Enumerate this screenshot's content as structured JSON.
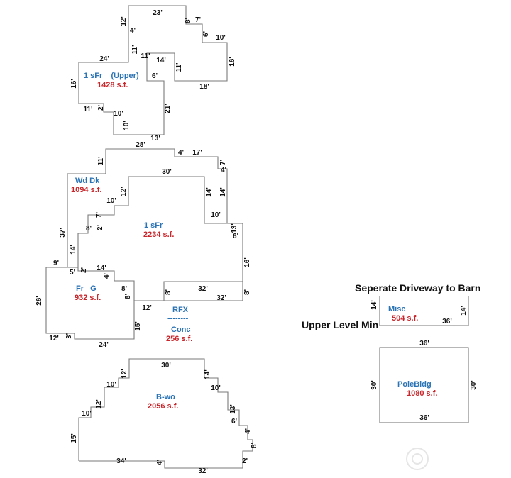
{
  "colors": {
    "walls": "#7a7a7a",
    "room_name": "#2a73b5",
    "room_area": "#c8262b",
    "dimension_text": "#111111"
  },
  "notes": {
    "driveway": "Seperate Driveway to Barn",
    "upper_level": "Upper Level Min"
  },
  "rooms": {
    "upper": {
      "name": "1 sFr    (Upper)",
      "area": "1428 s.f."
    },
    "wd_dk": {
      "name": "Wd Dk",
      "area": "1094 s.f."
    },
    "main": {
      "name": "1 sFr",
      "area": "2234 s.f."
    },
    "garage": {
      "name": "Fr   G",
      "area": "932 s.f."
    },
    "rfx": {
      "name": "RFX",
      "sep": "--------",
      "name2": "Conc",
      "area": "256 s.f."
    },
    "bwo": {
      "name": "B-wo",
      "area": "2056 s.f."
    },
    "misc": {
      "name": "Misc",
      "area": "504 s.f."
    },
    "pole": {
      "name": "PoleBldg",
      "area": "1080 s.f."
    }
  },
  "dimensions": {
    "upper": [
      "23'",
      "8'",
      "7'",
      "6'",
      "10'",
      "16'",
      "18'",
      "12'",
      "4'",
      "11'",
      "11'",
      "14'",
      "11'",
      "24'",
      "16'",
      "6'",
      "11'",
      "2'",
      "10'",
      "10'",
      "21'",
      "13'"
    ],
    "main": [
      "28'",
      "4'",
      "17'",
      "7'",
      "4'",
      "11'",
      "30'",
      "14'",
      "14'",
      "10'",
      "12'",
      "10'",
      "7'",
      "8'",
      "2'",
      "13'",
      "6'",
      "16'",
      "37'",
      "14'",
      "9'",
      "5'",
      "2'",
      "14'",
      "4'",
      "8'",
      "8'",
      "8'",
      "32'",
      "32'",
      "8'",
      "26'",
      "12'",
      "15'",
      "12'",
      "3'",
      "24'"
    ],
    "bwo": [
      "30'",
      "12'",
      "14'",
      "10'",
      "10'",
      "12'",
      "13'",
      "10'",
      "6'",
      "4'",
      "15'",
      "8'",
      "34'",
      "4'",
      "2'",
      "32'"
    ],
    "misc": [
      "14'",
      "14'",
      "36'"
    ],
    "pole": [
      "36'",
      "30'",
      "30'",
      "36'"
    ]
  }
}
